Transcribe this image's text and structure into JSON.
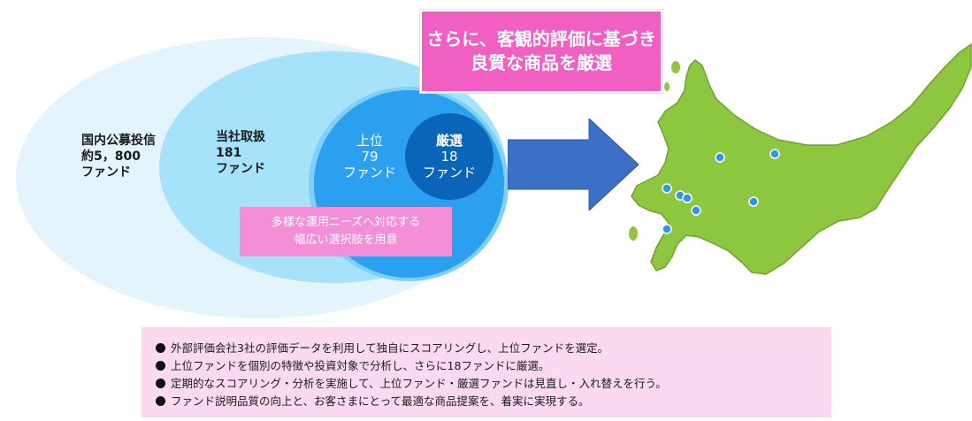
{
  "fund_circles": {
    "outer": {
      "line1": "国内公募投信",
      "line2": "約5，800",
      "line3": "ファンド"
    },
    "middle": {
      "line1": "当社取扱",
      "line2": "181",
      "line3": "ファンド"
    },
    "inner": {
      "line1": "上位",
      "line2": "79",
      "line3": "ファンド"
    },
    "core": {
      "line1": "厳選",
      "line2": "18",
      "line3": "ファンド"
    }
  },
  "callout_top": {
    "line1": "さらに、客観的評価に基づき",
    "line2": "良質な商品を厳選"
  },
  "callout_mid": {
    "line1": "多様な運用ニーズへ対応する",
    "line2": "幅広い選択肢を用意"
  },
  "bullets": [
    "外部評価会社3社の評価データを利用して独自にスコアリングし、上位ファンドを選定。",
    "上位ファンドを個別の特徴や投資対象で分析し、さらに18ファンドに厳選。",
    "定期的なスコアリング・分析を実施して、上位ファンド・厳選ファンドは見直し・入れ替えを行う。",
    "ファンド説明品質の向上と、お客さまにとって最適な商品提案を、着実に実現する。"
  ],
  "icons": {
    "arrow": "right-arrow-icon",
    "map": "hokkaido-map-icon",
    "bullet": "filled-circle-bullet"
  },
  "colors": {
    "pink_callout": "#f25fc2",
    "light_pink": "#fbd9f1",
    "arrow_blue": "#3c6fc6",
    "map_green": "#8dc63f",
    "pin_blue": "#2f95e8"
  }
}
